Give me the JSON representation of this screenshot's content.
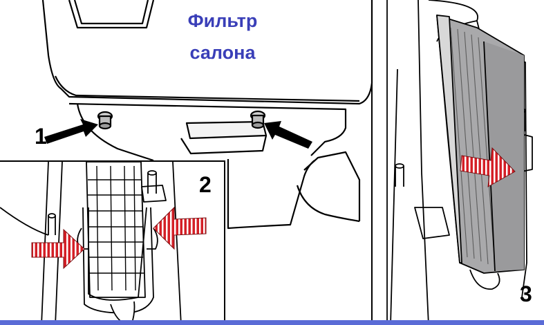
{
  "title": {
    "line1": "Фильтр",
    "line2": "салона"
  },
  "steps": {
    "step1": "1",
    "step2": "2",
    "step3": "3"
  },
  "colors": {
    "title_text": "#3a3fb8",
    "arrow_red": "#d41f26",
    "filter_gray": "#a9a9ab",
    "bottom_bar": "#5a6bd6"
  },
  "icons": {
    "arrow_black": "black-arrow-icon",
    "arrow_striped": "striped-red-arrow-icon"
  }
}
